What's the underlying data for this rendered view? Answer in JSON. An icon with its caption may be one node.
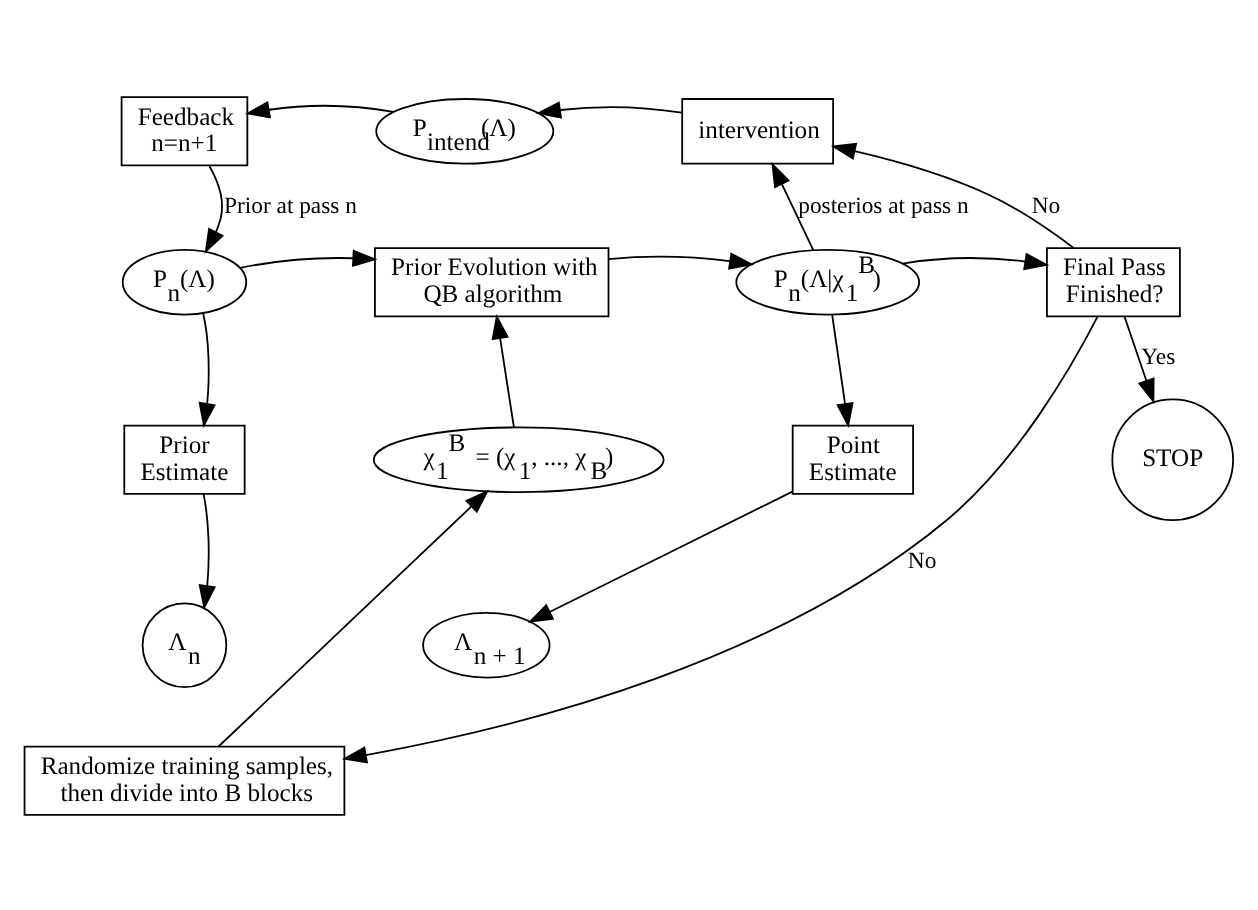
{
  "diagram": {
    "nodes": [
      {
        "text": [
          "Feedback n=n+1"
        ]
      },
      {
        "text": [
          "P$_{intend}$(Λ)"
        ]
      },
      {
        "text": [
          "intervention"
        ]
      },
      {
        "text": [
          "P$_{n}$(Λ)"
        ]
      },
      {
        "text": [
          "Prior Evolution with QB algorithm"
        ]
      },
      {
        "text": [
          "P$_{n}$(Λ|χ$_{1}$$^{B}$)"
        ]
      },
      {
        "text": [
          "Final Pass Finished?"
        ]
      },
      {
        "text": [
          "Prior Estimate"
        ]
      },
      {
        "text": [
          "χ$_{1}$$^{B}$ = (χ$_{1}$, ..., χ$_{B}$)"
        ]
      },
      {
        "text": [
          "Point Estimate"
        ]
      },
      {
        "text": [
          "STOP"
        ]
      },
      {
        "text": [
          "Λ$_{n}$"
        ]
      },
      {
        "text": [
          "Λ$_{n + 1}$"
        ]
      },
      {
        "text": [
          "Randomize training samples, then divide into B blocks"
        ]
      }
    ],
    "edges": [
      {
        "from": 1,
        "to": 0,
        "arrow": "to"
      },
      {
        "from": 2,
        "to": 1,
        "arrow": "to"
      },
      {
        "from": 6,
        "to": 2,
        "arrow": "to",
        "label": "No"
      },
      {
        "from": 5,
        "to": 2,
        "arrow": "to",
        "label": "posterios at pass n"
      },
      {
        "from": 0,
        "to": 3,
        "arrow": "to",
        "label": "Prior at pass n"
      },
      {
        "from": 3,
        "to": 4,
        "arrow": "to"
      },
      {
        "from": 4,
        "to": 5,
        "arrow": "to"
      },
      {
        "from": 5,
        "to": 6,
        "arrow": "to"
      },
      {
        "from": 3,
        "to": 7,
        "arrow": "to"
      },
      {
        "from": 7,
        "to": 11,
        "arrow": "to"
      },
      {
        "from": 8,
        "to": 4,
        "arrow": "to"
      },
      {
        "from": 13,
        "to": 8,
        "arrow": "to"
      },
      {
        "from": 5,
        "to": 9,
        "arrow": "to"
      },
      {
        "from": 9,
        "to": 12,
        "arrow": "to"
      },
      {
        "from": 6,
        "to": 10,
        "arrow": "to",
        "label": "Yes"
      },
      {
        "from": 6,
        "to": 13,
        "arrow": "to",
        "label": "No"
      }
    ]
  }
}
